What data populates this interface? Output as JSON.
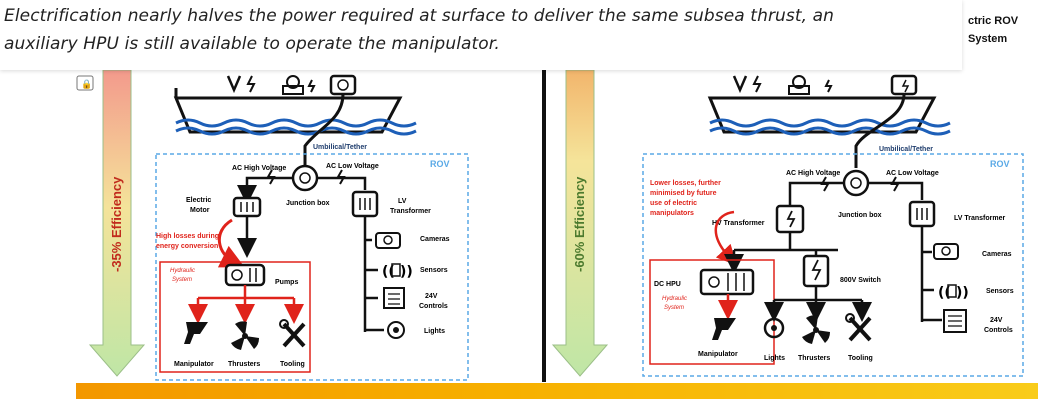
{
  "caption": {
    "line1": "Electrification nearly halves the power required at surface to deliver the same subsea thrust, an",
    "line2": "auxiliary HPU is still available to operate the manipulator."
  },
  "corner_title": {
    "line1": "ctric ROV",
    "line2": "System"
  },
  "left": {
    "efficiency": "-35% Efficiency",
    "umbilical": "Umbilical/Tether",
    "rov": "ROV",
    "ac_high": "AC High Voltage",
    "ac_low": "AC Low Voltage",
    "electric_motor_line1": "Electric",
    "electric_motor_line2": "Motor",
    "junction_box": "Junction box",
    "lv_transformer_line1": "LV",
    "lv_transformer_line2": "Transformer",
    "losses_line1": "High losses during",
    "losses_line2": "energy conversion",
    "hydraulic_line1": "Hydraulic",
    "hydraulic_line2": "System",
    "pumps": "Pumps",
    "cameras": "Cameras",
    "sensors": "Sensors",
    "controls_line1": "24V",
    "controls_line2": "Controls",
    "lights": "Lights",
    "manipulator": "Manipulator",
    "thrusters": "Thrusters",
    "tooling": "Tooling"
  },
  "right": {
    "efficiency": "-60% Efficiency",
    "umbilical": "Umbilical/Tether",
    "rov": "ROV",
    "ac_high": "AC High Voltage",
    "ac_low": "AC Low Voltage",
    "junction_box": "Junction box",
    "lv_transformer": "LV Transformer",
    "hv_transformer": "HV Transformer",
    "losses_line1": "Lower losses, further",
    "losses_line2": "minimised by future",
    "losses_line3": "use of electric",
    "losses_line4": "manipulators",
    "dc_hpu": "DC HPU",
    "hydraulic_line1": "Hydraulic",
    "hydraulic_line2": "System",
    "switch": "800V Switch",
    "cameras": "Cameras",
    "sensors": "Sensors",
    "controls_line1": "24V",
    "controls_line2": "Controls",
    "manipulator": "Manipulator",
    "lights": "Lights",
    "thrusters": "Thrusters",
    "tooling": "Tooling"
  },
  "colors": {
    "red": "#e0231b",
    "blue_border": "#5aa9e6",
    "water": "#1d5fb8",
    "bar_start": "#f39700",
    "bar_end": "#f9cc1a"
  }
}
